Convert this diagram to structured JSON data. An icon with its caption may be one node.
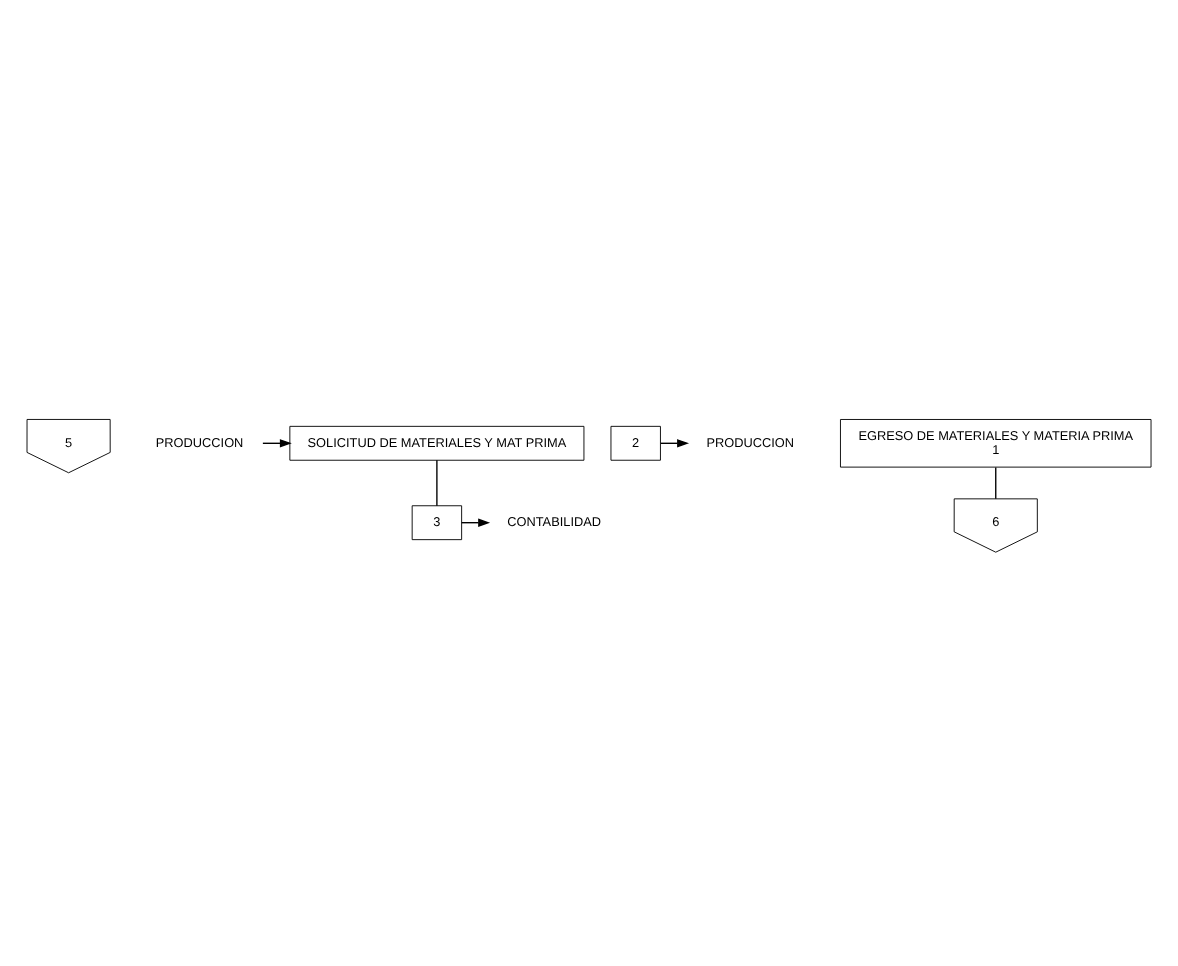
{
  "diagram": {
    "nodes": [
      {
        "text": [
          "5"
        ]
      },
      {
        "text": [
          "SOLICITUD DE MATERIALES Y MAT PRIMA"
        ]
      },
      {
        "text": [
          "PRODUCCION"
        ]
      },
      {
        "text": [
          "3"
        ]
      },
      {
        "text": [
          "2"
        ]
      },
      {
        "text": [
          "EGRESO DE MATERIALES Y MATERIA PRIMA",
          "1"
        ]
      },
      {
        "text": [
          "CONTABILIDAD"
        ]
      },
      {
        "text": [
          "PRODUCCION"
        ]
      },
      {
        "text": [
          "6"
        ]
      }
    ],
    "edges": [
      {
        "from": 2,
        "to": 1,
        "arrow": "to"
      },
      {
        "from": 1,
        "to": 3,
        "arrow": "none"
      },
      {
        "from": 3,
        "to": 6,
        "arrow": "to"
      },
      {
        "from": 4,
        "to": 7,
        "arrow": "to"
      },
      {
        "from": 5,
        "to": 8,
        "arrow": "none"
      }
    ]
  }
}
